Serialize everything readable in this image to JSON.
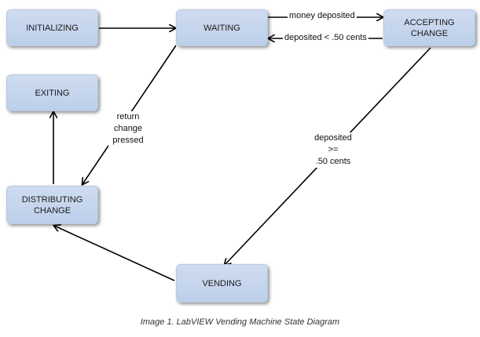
{
  "diagram": {
    "states": {
      "initializing": [
        "INITIALIZING"
      ],
      "waiting": [
        "WAITING"
      ],
      "accepting_change": [
        "ACCEPTING",
        "CHANGE"
      ],
      "exiting": [
        "EXITING"
      ],
      "distributing_change": [
        "DISTRIBUTING",
        "CHANGE"
      ],
      "vending": [
        "VENDING"
      ]
    },
    "transitions": {
      "money_deposited": "money deposited",
      "deposited_less": "deposited < .50 cents",
      "return_change": [
        "return",
        "change",
        "pressed"
      ],
      "deposited_ge": [
        "deposited",
        ">=",
        ".50 cents"
      ]
    },
    "colors": {
      "box_fill": "#c6d6ee",
      "arrow": "#000000"
    }
  },
  "caption": "Image 1. LabVIEW Vending Machine State Diagram"
}
